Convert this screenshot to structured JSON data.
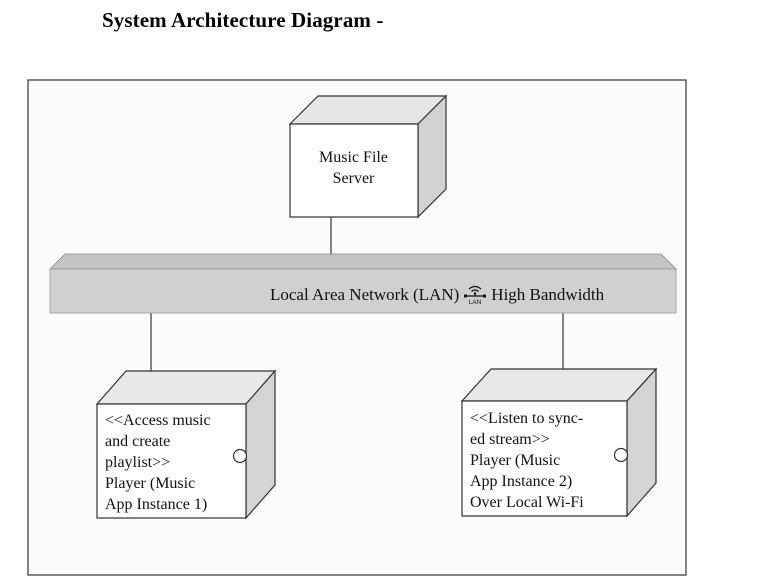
{
  "title": "System Architecture Diagram -",
  "server": {
    "lines": [
      "Music File",
      "Server"
    ]
  },
  "lan": {
    "label_before": "Local Area Network (LAN)",
    "icon": "lan-icon",
    "label_after": "High Bandwidth"
  },
  "player1": {
    "lines": [
      "<<Access music",
      "and create",
      "playlist>>",
      "Player (Music",
      "App Instance 1)"
    ]
  },
  "player2": {
    "lines": [
      "<<Listen to sync-",
      "ed stream>>",
      "Player (Music",
      "App Instance 2)",
      "Over Local Wi-Fi"
    ]
  }
}
